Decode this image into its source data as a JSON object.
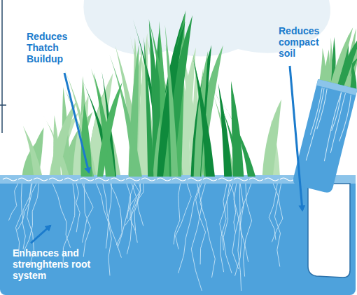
{
  "diagram": {
    "labels": [
      "Reduces Thatch Buildup",
      "Reduces compact soil",
      "Enhances and strenghtens root system"
    ]
  }
}
